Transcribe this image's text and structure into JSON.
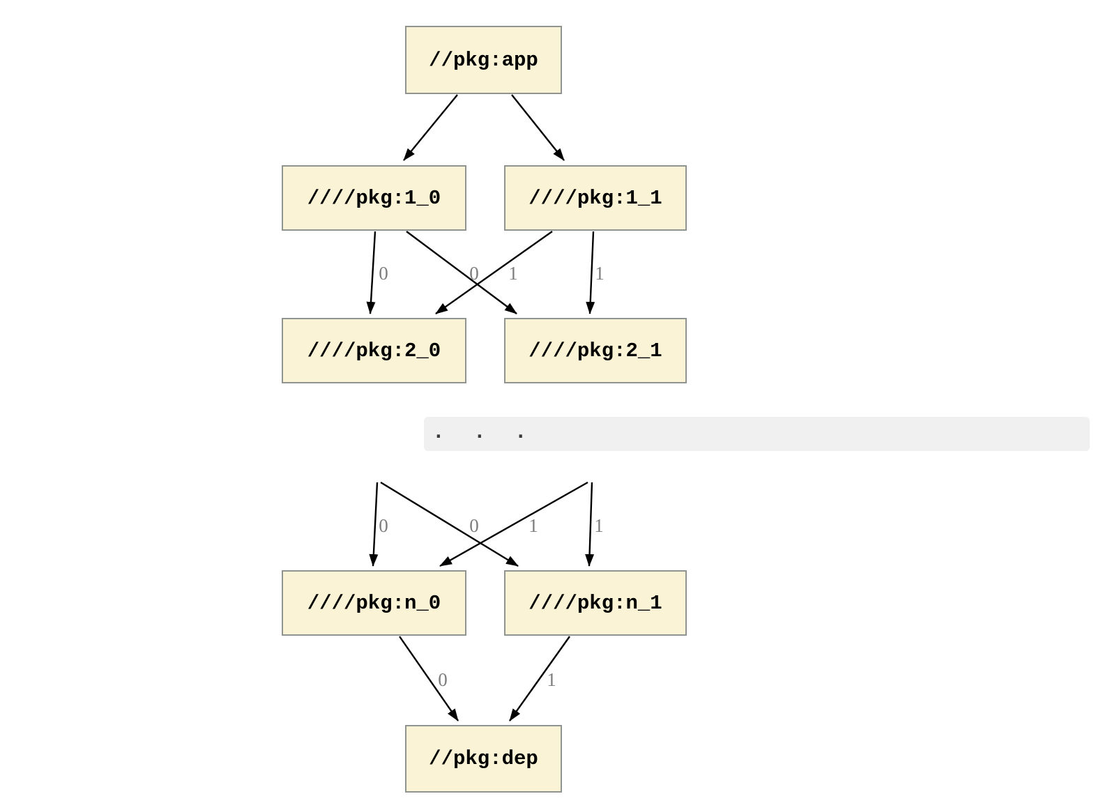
{
  "diagram": {
    "nodes": {
      "app": {
        "label": "//pkg:app"
      },
      "n1_0": {
        "label": "////pkg:1_0"
      },
      "n1_1": {
        "label": "////pkg:1_1"
      },
      "n2_0": {
        "label": "////pkg:2_0"
      },
      "n2_1": {
        "label": "////pkg:2_1"
      },
      "nn_0": {
        "label": "////pkg:n_0"
      },
      "nn_1": {
        "label": "////pkg:n_1"
      },
      "dep": {
        "label": "//pkg:dep"
      }
    },
    "edges": [
      {
        "from": "//pkg:app",
        "to": "////pkg:1_0",
        "label": ""
      },
      {
        "from": "//pkg:app",
        "to": "////pkg:1_1",
        "label": ""
      },
      {
        "from": "////pkg:1_0",
        "to": "////pkg:2_0",
        "label": "0"
      },
      {
        "from": "////pkg:1_0",
        "to": "////pkg:2_1",
        "label": "1"
      },
      {
        "from": "////pkg:1_1",
        "to": "////pkg:2_0",
        "label": "0"
      },
      {
        "from": "////pkg:1_1",
        "to": "////pkg:2_1",
        "label": "1"
      },
      {
        "from": "...",
        "to": "////pkg:n_0",
        "label": "0"
      },
      {
        "from": "...",
        "to": "////pkg:n_1",
        "label": "1"
      },
      {
        "from": "...",
        "to": "////pkg:n_0",
        "label": "0"
      },
      {
        "from": "...",
        "to": "////pkg:n_1",
        "label": "1"
      },
      {
        "from": "////pkg:n_0",
        "to": "//pkg:dep",
        "label": "0"
      },
      {
        "from": "////pkg:n_1",
        "to": "//pkg:dep",
        "label": "1"
      }
    ],
    "ellipsis": ".  .  .",
    "colors": {
      "node_fill": "#FBF3D6",
      "node_border": "#8F9490",
      "edge": "#000000",
      "edge_label": "#7D7D7D",
      "ellipsis_bar_bg": "#F0F0F0",
      "ellipsis_dots": "#3A3A3A",
      "background": "#FFFFFF"
    }
  }
}
